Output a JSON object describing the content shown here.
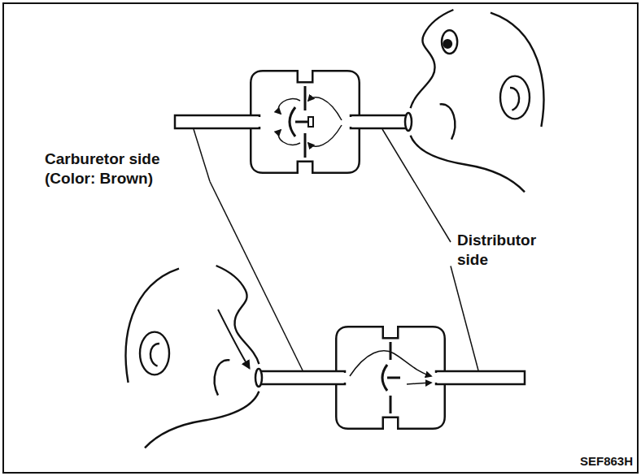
{
  "diagram": {
    "labels": [
      "Carburetor side (Color: Brown)",
      "Distributor side",
      "SEF863H"
    ]
  }
}
